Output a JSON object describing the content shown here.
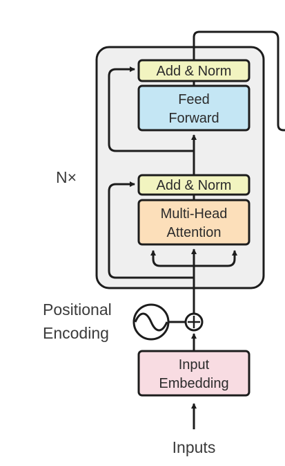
{
  "encoder": {
    "repeat_label": "N×",
    "feed_forward": {
      "line1": "Feed",
      "line2": "Forward"
    },
    "add_norm_top": "Add & Norm",
    "add_norm_bottom": "Add & Norm",
    "attention": {
      "line1": "Multi-Head",
      "line2": "Attention"
    }
  },
  "positional_encoding": {
    "line1": "Positional",
    "line2": "Encoding"
  },
  "input_embedding": {
    "line1": "Input",
    "line2": "Embedding"
  },
  "inputs_label": "Inputs",
  "colors": {
    "add_norm_fill": "#f2f4c0",
    "feed_forward_fill": "#c4e6f4",
    "attention_fill": "#fcdfba",
    "embedding_fill": "#f8dce2",
    "encoder_bg": "#efefef",
    "stroke": "#1c1c1c"
  }
}
